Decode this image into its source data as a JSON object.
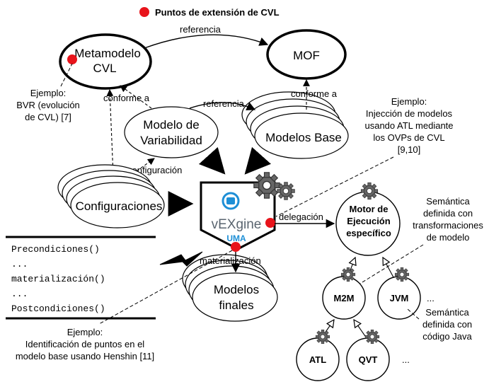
{
  "legend": {
    "label": "Puntos de extensión de CVL",
    "dot_color": "#e8141b"
  },
  "nodes": {
    "metamodelo": [
      "Metamodelo",
      "CVL"
    ],
    "mof": "MOF",
    "modelo_variabilidad": [
      "Modelo de",
      "Variabilidad"
    ],
    "modelos_base": "Modelos Base",
    "configuraciones": "Configuraciones",
    "modelos_finales": [
      "Modelos",
      "finales"
    ],
    "motor": [
      "Motor de",
      "Ejecución",
      "específico"
    ],
    "m2m": "M2M",
    "jvm": "JVM",
    "atl": "ATL",
    "qvt": "QVT",
    "ellipsis_jvm": "...",
    "ellipsis_qvt": "..."
  },
  "engine": {
    "name": "vEXgine",
    "org": "UMA",
    "accent": "#1e8fd6"
  },
  "edges": {
    "referencia_top": "referencia",
    "referencia_mid": "referencia",
    "conforme_left": "conforme a",
    "conforme_right": "conforme a",
    "configuracion": "configuración",
    "delegacion": "delegación",
    "materializacion": "materialización"
  },
  "notes": {
    "bvr": [
      "Ejemplo:",
      "BVR (evolución",
      "de CVL) [7]"
    ],
    "injeccion": [
      "Ejemplo:",
      "Injección de modelos",
      "usando ATL mediante",
      "los OVPs de CVL",
      "[9,10]"
    ],
    "semantica_transf": [
      "Semántica",
      "definida con",
      "transformaciones",
      "de modelo"
    ],
    "semantica_java": [
      "Semántica",
      "definida con",
      "código Java"
    ],
    "henshin": [
      "Ejemplo:",
      "Identificación de puntos en el",
      "modelo base usando Henshin [11]"
    ]
  },
  "code_lines": [
    "Precondiciones()",
    "...",
    "materialización()",
    "...",
    "Postcondiciones()"
  ]
}
